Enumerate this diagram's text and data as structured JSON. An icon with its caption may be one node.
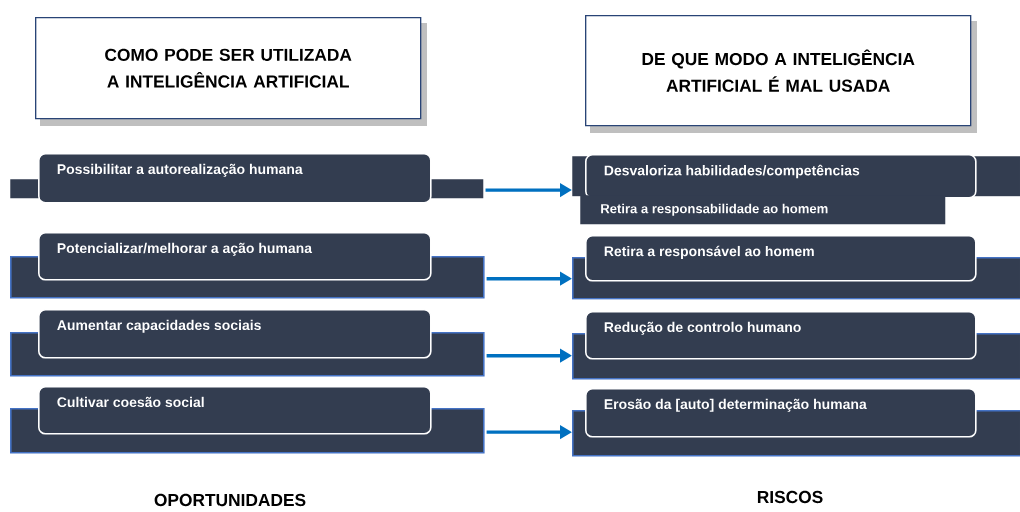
{
  "diagram": {
    "nodes": [
      {
        "text": [
          "COMO PODE SER UTILIZADA A INTELIGÊNCIA ARTIFICIAL"
        ]
      },
      {
        "text": [
          "DE QUE MODO A INTELIGÊNCIA ARTIFICIAL É MAL USADA"
        ]
      },
      {
        "text": [],
        "shape": "bar"
      },
      {
        "text": [
          "Possibilitar a autorealização humana"
        ]
      },
      {
        "text": [],
        "shape": "bar"
      },
      {
        "text": [
          "Desvaloriza habilidades/competências"
        ]
      },
      {
        "text": [
          "Retira a responsabilidade ao homem"
        ]
      },
      {
        "text": [],
        "shape": "bar"
      },
      {
        "text": [
          "Potencializar/melhorar a ação humana"
        ]
      },
      {
        "text": [],
        "shape": "bar"
      },
      {
        "text": [
          "Retira a responsável ao homem"
        ]
      },
      {
        "text": [],
        "shape": "bar"
      },
      {
        "text": [
          "Aumentar capacidades sociais"
        ]
      },
      {
        "text": [],
        "shape": "bar"
      },
      {
        "text": [
          "Redução de controlo humano"
        ]
      },
      {
        "text": [],
        "shape": "bar"
      },
      {
        "text": [
          "Cultivar coesão social"
        ]
      },
      {
        "text": [],
        "shape": "bar"
      },
      {
        "text": [
          "Erosão da [auto] determinação humana"
        ]
      }
    ],
    "edges": [
      {
        "from": 2,
        "to": 4,
        "arrow": "to"
      },
      {
        "from": 7,
        "to": 9,
        "arrow": "to"
      },
      {
        "from": 11,
        "to": 13,
        "arrow": "to"
      },
      {
        "from": 15,
        "to": 17,
        "arrow": "to"
      }
    ],
    "labels": [
      "OPORTUNIDADES",
      "RISCOS"
    ]
  }
}
